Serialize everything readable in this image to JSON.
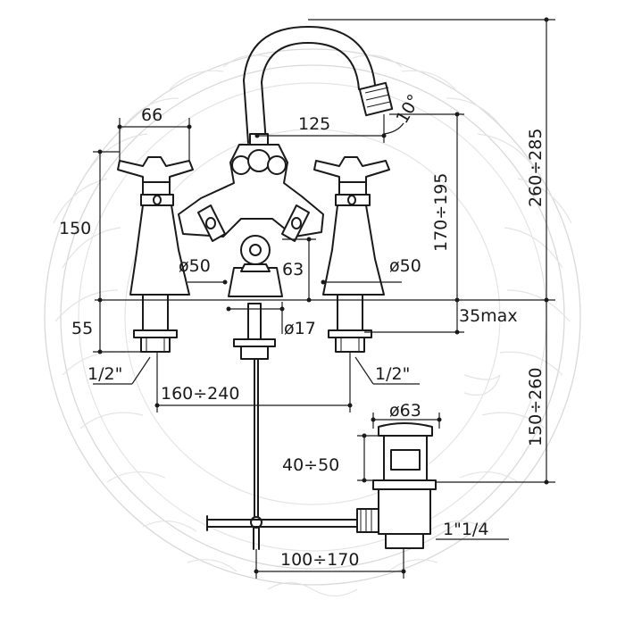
{
  "dimensions": {
    "d66": "66",
    "d125": "125",
    "d10deg": "10°",
    "d150": "150",
    "d170_195": "170÷195",
    "d260_285": "260÷285",
    "d50_left": "ø50",
    "d63": "63",
    "d50_right": "ø50",
    "d55": "55",
    "d35max": "35max",
    "d17": "ø17",
    "d12_left": "1/2\"",
    "d12_right": "1/2\"",
    "d160_240": "160÷240",
    "d150_260": "150÷260",
    "d63_waste": "ø63",
    "d40_50": "40÷50",
    "d1_14": "1\"1/4",
    "d100_170": "100÷170"
  }
}
